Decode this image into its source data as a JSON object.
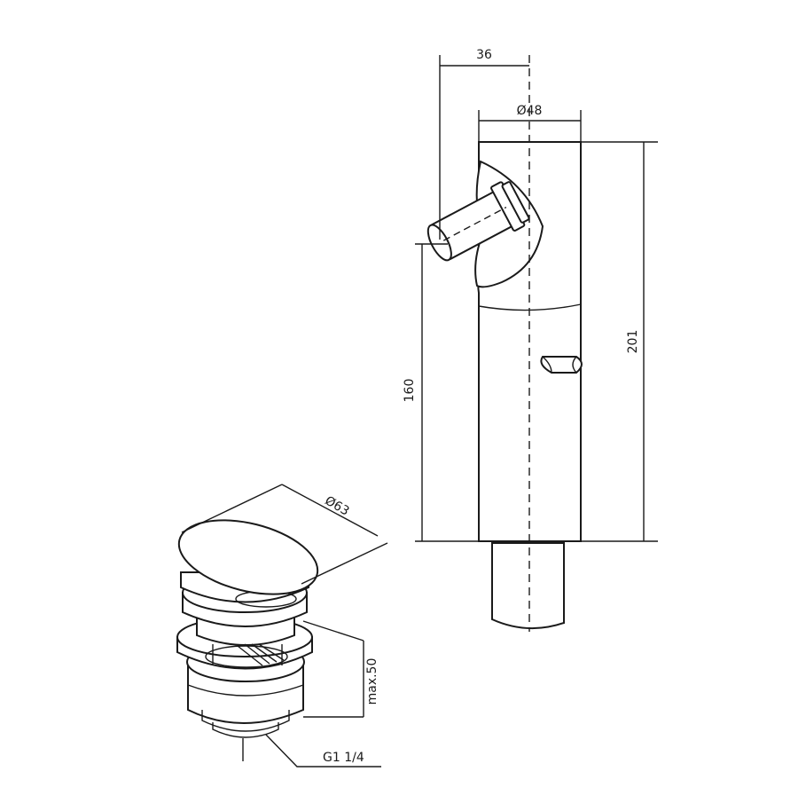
{
  "dimensions": {
    "offset": "36",
    "diameter_body": "Ø48",
    "total_height": "201",
    "outlet_height": "160",
    "diameter_cap": "Ø63",
    "max_length": "max.50",
    "thread": "G1 1/4"
  }
}
